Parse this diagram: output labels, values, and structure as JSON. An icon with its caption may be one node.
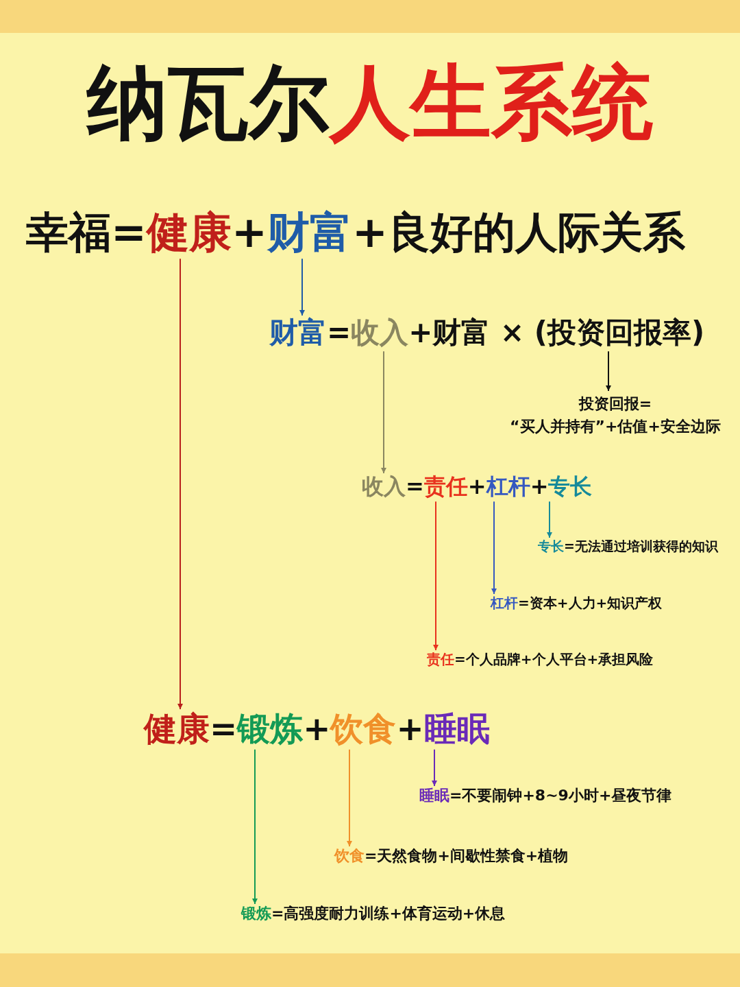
{
  "diagram": {
    "title": "纳瓦尔人生系统",
    "nodes": [
      {
        "text": [
          "幸福",
          "=",
          "健康",
          "+",
          "财富",
          "+",
          "良好的人际关系"
        ]
      },
      {
        "text": [
          "财富",
          "=",
          "收入",
          "+财富 × (投资回报率)"
        ]
      },
      {
        "text": [
          "投资回报=",
          "“买人并持有”+估值+安全边际"
        ]
      },
      {
        "text": [
          "收入",
          "=",
          "责任",
          "+",
          "杠杆",
          "+",
          "专长"
        ]
      },
      {
        "text": [
          "专长",
          "=无法通过培训获得的知识"
        ]
      },
      {
        "text": [
          "杠杆",
          "=资本+人力+知识产权"
        ]
      },
      {
        "text": [
          "责任",
          "=个人品牌+个人平台+承担风险"
        ]
      },
      {
        "text": [
          "健康",
          "=",
          "锻炼",
          "+",
          "饮食",
          "+",
          "睡眠"
        ]
      },
      {
        "text": [
          "睡眠",
          "=不要闹钟+8~9小时+昼夜节律"
        ]
      },
      {
        "text": [
          "饮食",
          "=天然食物+间歇性禁食+植物"
        ]
      },
      {
        "text": [
          "锻炼",
          "=高强度耐力训练+体育运动+休息"
        ]
      }
    ],
    "edges": [
      {
        "from": 0,
        "to": 7,
        "arrow": "to",
        "color": "#b8201c"
      },
      {
        "from": 0,
        "to": 1,
        "arrow": "to",
        "color": "#1f5ca8"
      },
      {
        "from": 1,
        "to": 2,
        "arrow": "to",
        "color": "#111111"
      },
      {
        "from": 1,
        "to": 3,
        "arrow": "to",
        "color": "#8a8660"
      },
      {
        "from": 3,
        "to": 6,
        "arrow": "to",
        "color": "#e8321e"
      },
      {
        "from": 3,
        "to": 5,
        "arrow": "to",
        "color": "#3558c0"
      },
      {
        "from": 3,
        "to": 4,
        "arrow": "to",
        "color": "#168a9a"
      },
      {
        "from": 7,
        "to": 10,
        "arrow": "to",
        "color": "#139a55"
      },
      {
        "from": 7,
        "to": 9,
        "arrow": "to",
        "color": "#f0902a"
      },
      {
        "from": 7,
        "to": 8,
        "arrow": "to",
        "color": "#6a2ab8"
      }
    ]
  }
}
